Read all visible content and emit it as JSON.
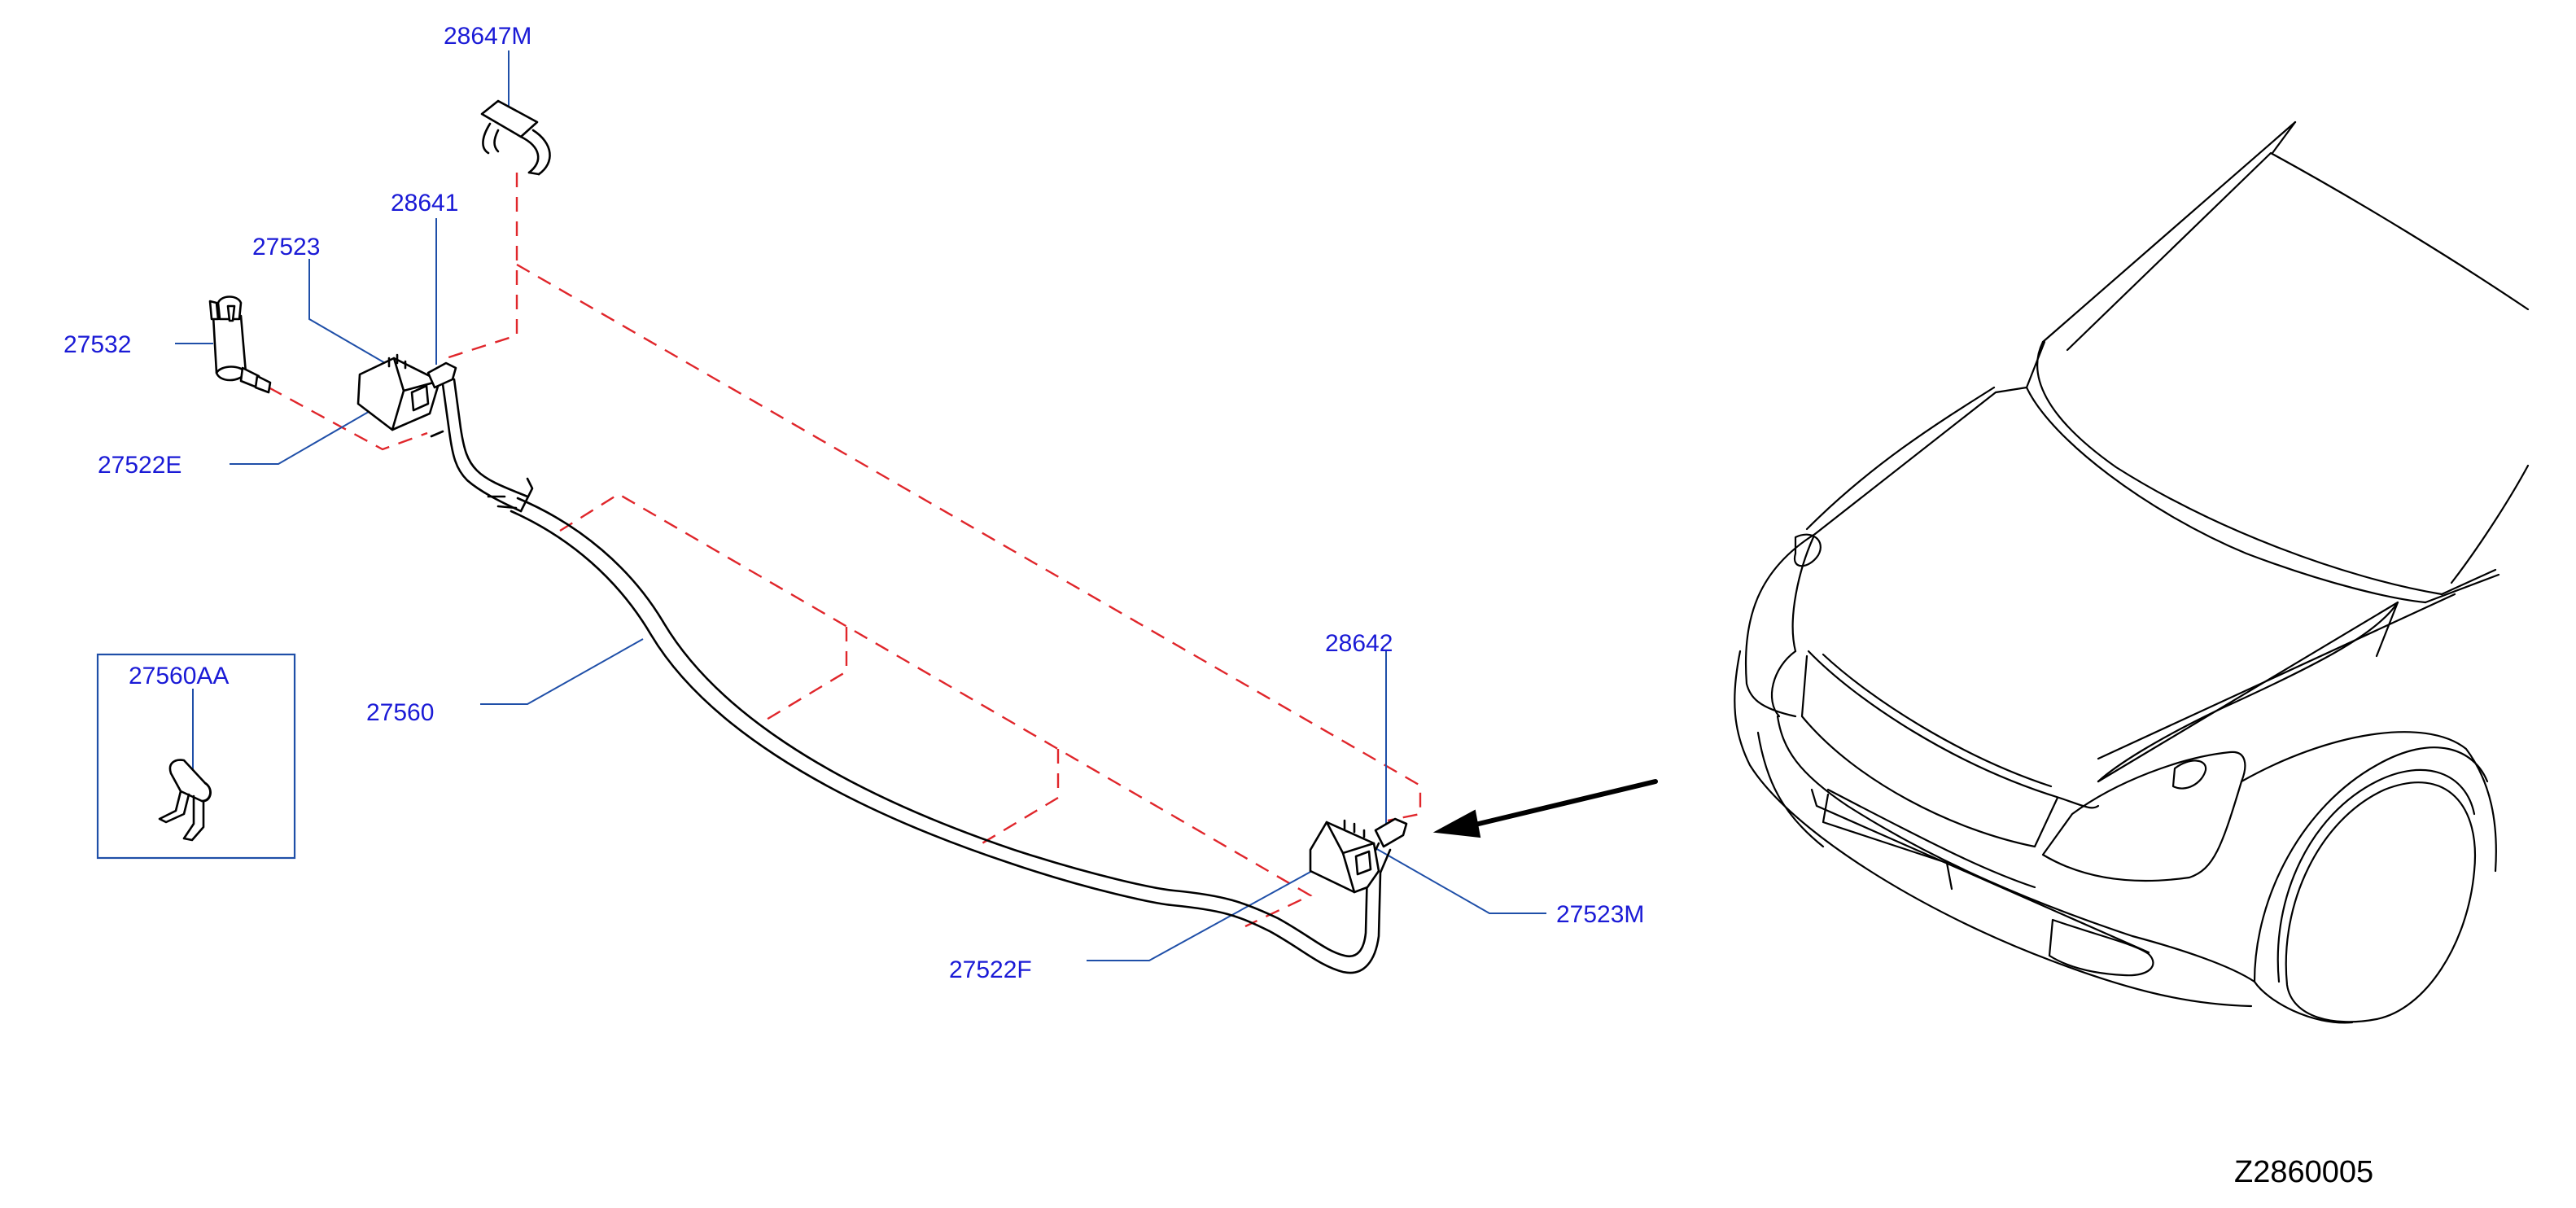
{
  "colors": {
    "label": "#1a1ad6",
    "leader": "#1f4fa8",
    "dashed_guide": "#e0262b",
    "line_art": "#000000",
    "background": "#ffffff"
  },
  "labels": {
    "p28647M": "28647M",
    "p28641": "28641",
    "p27523": "27523",
    "p27532": "27532",
    "p27522E": "27522E",
    "p27560AA": "27560AA",
    "p27560": "27560",
    "p28642": "28642",
    "p27523M": "27523M",
    "p27522F": "27522F"
  },
  "diagram_id": "Z2860005"
}
